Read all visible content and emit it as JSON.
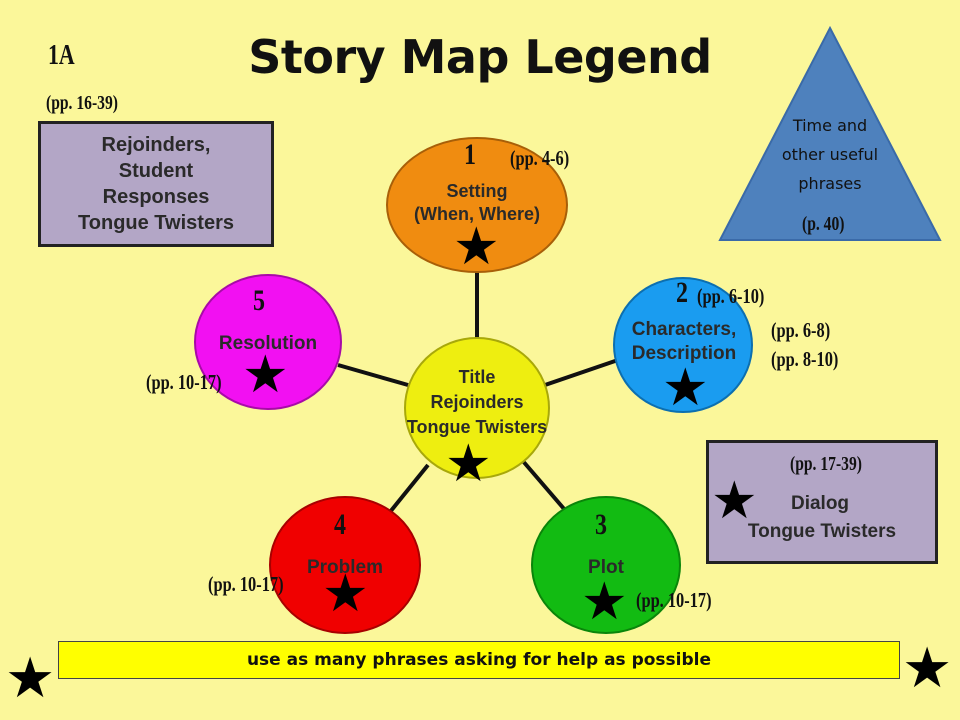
{
  "title": "Story Map Legend",
  "corner_code": "1A",
  "top_left_box": {
    "pages": "(pp. 16-39)",
    "lines": [
      "Rejoinders,",
      "Student",
      "Responses",
      "Tongue Twisters"
    ]
  },
  "triangle": {
    "lines": [
      "Time and",
      "other useful",
      "phrases"
    ],
    "pages": "(p. 40)"
  },
  "center": {
    "lines": [
      "Title",
      "Rejoinders",
      "Tongue Twisters"
    ]
  },
  "nodes": [
    {
      "number": "1",
      "lines": [
        "Setting",
        "(When, Where)"
      ],
      "pages": [
        "(pp. 4-6)"
      ],
      "color": "#f08c10"
    },
    {
      "number": "2",
      "lines": [
        "Characters,",
        "Description"
      ],
      "pages": [
        "(pp. 6-10)",
        "(pp. 6-8)",
        "(pp. 8-10)"
      ],
      "color": "#1a9cf0"
    },
    {
      "number": "3",
      "lines": [
        "Plot"
      ],
      "pages": [
        "(pp. 10-17)"
      ],
      "color": "#12bb12"
    },
    {
      "number": "4",
      "lines": [
        "Problem"
      ],
      "pages": [
        "(pp. 10-17)"
      ],
      "color": "#f00000"
    },
    {
      "number": "5",
      "lines": [
        "Resolution"
      ],
      "pages": [
        "(pp. 10-17)"
      ],
      "color": "#f210f2"
    }
  ],
  "dialog_box": {
    "pages": "(pp. 17-39)",
    "lines": [
      "Dialog",
      "Tongue Twisters"
    ]
  },
  "banner": "use as many phrases asking for help as possible",
  "colors": {
    "background": "#fbf79a",
    "center": "#eeee10",
    "box": "#b3a6c6",
    "triangle": "#4e81bd",
    "banner": "#ffff00"
  },
  "icons": {
    "star": "star-icon"
  }
}
